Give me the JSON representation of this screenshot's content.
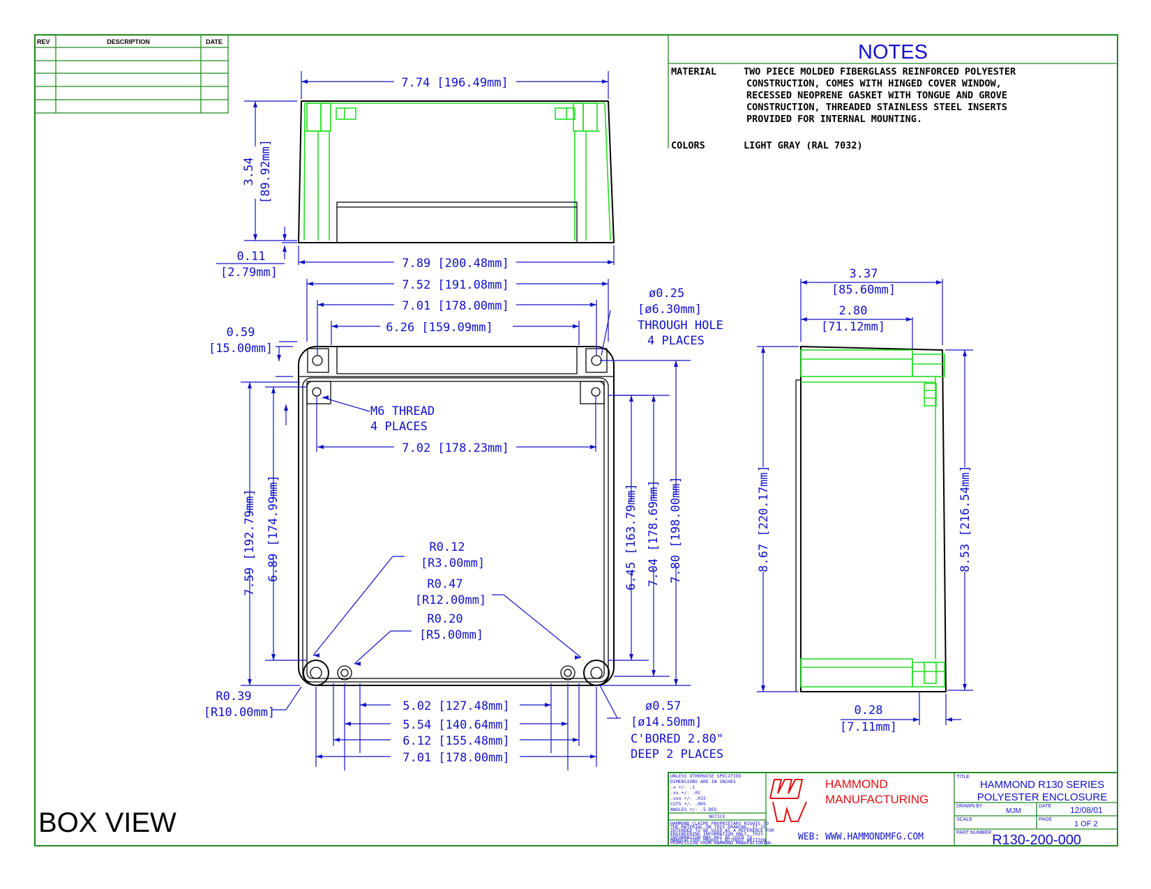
{
  "revision_table": {
    "headers": [
      "REV",
      "DESCRIPTION",
      "DATE"
    ]
  },
  "notes": {
    "title": "NOTES",
    "material_label": "MATERIAL",
    "material_lines": [
      "TWO PIECE MOLDED FIBERGLASS REINFORCED POLYESTER",
      "CONSTRUCTION, COMES WITH HINGED COVER WINDOW,",
      "RECESSED NEOPRENE GASKET WITH TONGUE AND GROVE",
      "CONSTRUCTION, THREADED STAINLESS STEEL INSERTS",
      "PROVIDED FOR INTERNAL MOUNTING."
    ],
    "colors_label": "COLORS",
    "colors_value": "LIGHT GRAY (RAL 7032)"
  },
  "dimensions": {
    "top_width": "7.74 [196.49mm]",
    "top_height_in": "3.54",
    "top_height_mm": "[89.92mm]",
    "lip_in": "0.11",
    "lip_mm": "[2.79mm]",
    "overall_width": "7.89 [200.48mm]",
    "w_752": "7.52 [191.08mm]",
    "w_701_top": "7.01 [178.00mm]",
    "w_626": "6.26 [159.09mm]",
    "w_702": "7.02 [178.23mm]",
    "off_059_in": "0.59",
    "off_059_mm": "[15.00mm]",
    "hole_d_in": "ø0.25",
    "hole_d_mm": "[ø6.30mm]",
    "hole_note_1": "THROUGH HOLE",
    "hole_note_2": "4 PLACES",
    "thread_1": "M6 THREAD",
    "thread_2": "4 PLACES",
    "h_759": "7.59 [192.79mm]",
    "h_689": "6.89 [174.99mm]",
    "h_645": "6.45 [163.79mm]",
    "h_704": "7.04 [178.69mm]",
    "h_780": "7.80 [198.00mm]",
    "r012_in": "R0.12",
    "r012_mm": "[R3.00mm]",
    "r047_in": "R0.47",
    "r047_mm": "[R12.00mm]",
    "r020_in": "R0.20",
    "r020_mm": "[R5.00mm]",
    "r039_in": "R0.39",
    "r039_mm": "[R10.00mm]",
    "w_502": "5.02 [127.48mm]",
    "w_554": "5.54 [140.64mm]",
    "w_612": "6.12 [155.48mm]",
    "w_701_bot": "7.01 [178.00mm]",
    "cb_in": "ø0.57",
    "cb_mm": "[ø14.50mm]",
    "cb_note_1": "C'BORED 2.80\"",
    "cb_note_2": "DEEP 2 PLACES",
    "side_337_in": "3.37",
    "side_337_mm": "[85.60mm]",
    "side_280_in": "2.80",
    "side_280_mm": "[71.12mm]",
    "side_867": "8.67 [220.17mm]",
    "side_853": "8.53 [216.54mm]",
    "side_028_in": "0.28",
    "side_028_mm": "[7.11mm]"
  },
  "view_label": "BOX VIEW",
  "title_block": {
    "tol_lines": [
      "UNLESS OTHERWISE SPECIFIED",
      "DIMENSIONS ARE IN INCHES",
      ".x        +/-  .1",
      ".xx       +/-  .02",
      ".xxx      +/-  .015",
      "CUTS      +/-  .005",
      "ANGLES    +/-  .5 DEG"
    ],
    "notice_label": "NOTICE",
    "notice_lines": [
      "HAMMOND CLAIMS PROPRIETARY RIGHTS TO",
      "THE MATERIAL ON THIS DRAWING. IT IS",
      "INTENDED TO BE USED AS A REFERENCE FOR",
      "ENGINEERING INFORMATION ONLY. THIS",
      "INFORMATION MAY NOT BE USED TO",
      "MANUFACTURE PRODUCT WITHOUT WRITTEN",
      "PERMISSION FROM HAMMOND MANUFACTURING"
    ],
    "company_line1": "HAMMOND",
    "company_line2": "MANUFACTURING",
    "web": "WEB: WWW.HAMMONDMFG.COM",
    "title_label": "TITLE",
    "title_line1": "HAMMOND R130 SERIES",
    "title_line2": "POLYESTER ENCLOSURE",
    "drawn_by_label": "DRAWN BY",
    "drawn_by": "MJM",
    "date_label": "DATE",
    "date": "12/08/01",
    "scale_label": "SCALE",
    "page_label": "PAGE",
    "page": "1 OF 2",
    "part_label": "PART NUMBER",
    "part_number": "R130-200-000"
  },
  "colors": {
    "frame": "#1e8a1e",
    "dimension": "#1010c8",
    "outline": "#000000",
    "inner": "#22dd22",
    "logo": "#dd1111"
  }
}
